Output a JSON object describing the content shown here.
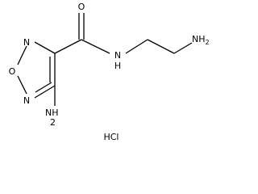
{
  "labels": {
    "n_ring_top": "N",
    "o_ring": "O",
    "n_ring_bottom": "N",
    "o_carbonyl": "O",
    "n_amide": "N",
    "h_amide": "H",
    "nh2_terminal": "NH",
    "nh2_terminal_sub": "2",
    "nh2_ring": "NH",
    "nh2_ring_sub": "2",
    "salt": "HCl"
  }
}
